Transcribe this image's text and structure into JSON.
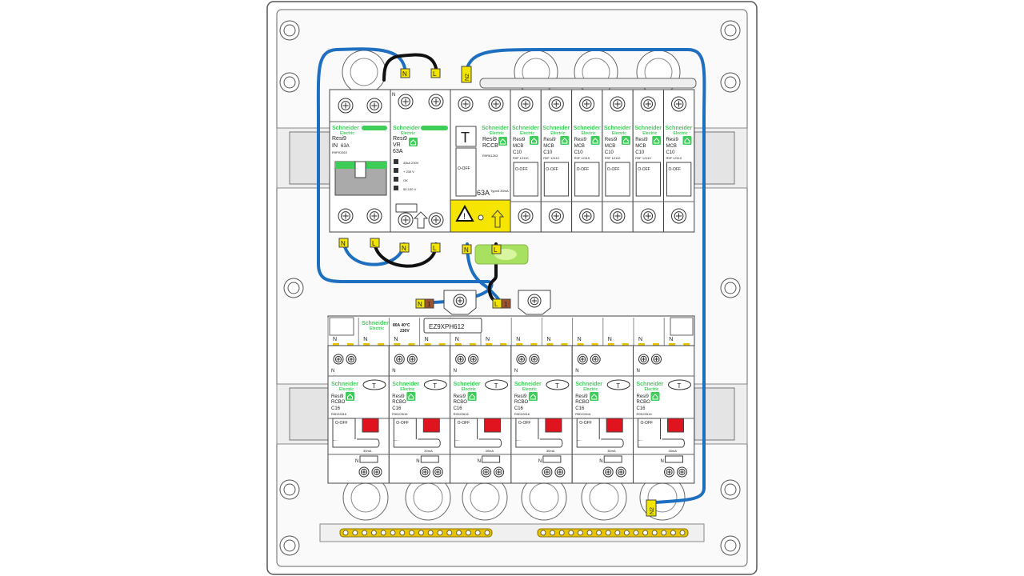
{
  "colors": {
    "brand": "#3dcd58",
    "neutral_wire": "#1f6fc1",
    "live_wire": "#111111",
    "label_yellow": "#f2e600",
    "trip_red": "#e0141e",
    "warning_yellow": "#f5e500",
    "surge_green": "#a8e060",
    "busbar_yellow": "#e8c400"
  },
  "brand_name": "Schneider",
  "brand_sub": "Electric",
  "top_row": {
    "isolator": {
      "series": "Resi9",
      "type": "IN",
      "rating": "63A",
      "ref": "R9PIO263"
    },
    "surge": {
      "series": "Resi9",
      "type": "VR",
      "rating": "63A",
      "lines": [
        "40kA 230V",
        "+ 230 V",
        "OK",
        "50-100 V"
      ]
    },
    "rccb": {
      "series": "Resi9",
      "type": "RCCB",
      "ref": "R9R61263",
      "rating": "63A",
      "spec": "TypeA 30mA",
      "off": "O-OFF"
    },
    "mcbs": [
      {
        "series": "Resi9",
        "type": "MCB",
        "rating": "C10",
        "ref": "R9F 12110",
        "off": "O-OFF"
      },
      {
        "series": "Resi9",
        "type": "MCB",
        "rating": "C10",
        "ref": "R9F 12110",
        "off": "O-OFF"
      },
      {
        "series": "Resi9",
        "type": "MCB",
        "rating": "C10",
        "ref": "R9F 12110",
        "off": "O-OFF"
      },
      {
        "series": "Resi9",
        "type": "MCB",
        "rating": "C10",
        "ref": "R9F 12110",
        "off": "O-OFF"
      },
      {
        "series": "Resi9",
        "type": "MCB",
        "rating": "C10",
        "ref": "R9F 12110",
        "off": "O-OFF"
      },
      {
        "series": "Resi9",
        "type": "MCB",
        "rating": "C10",
        "ref": "R9F 12110",
        "off": "O-OFF"
      }
    ]
  },
  "wire_tags": {
    "n": "N",
    "l": "L",
    "n2": "N2",
    "n1": "N1",
    "l1": "L1",
    "one": "1"
  },
  "comb": {
    "rating": "80A 40°C",
    "voltage": "230V",
    "ref": "EZ9XPH612",
    "n_label": "N"
  },
  "rcbos": [
    {
      "series": "Resi9",
      "type": "RCBO",
      "rating": "C16",
      "ref": "R9D22616",
      "off": "O-OFF",
      "sens": "30mA"
    },
    {
      "series": "Resi9",
      "type": "RCBO",
      "rating": "C16",
      "ref": "R9D22616",
      "off": "O-OFF",
      "sens": "30mA"
    },
    {
      "series": "Resi9",
      "type": "RCBO",
      "rating": "C16",
      "ref": "R9D22616",
      "off": "O-OFF",
      "sens": "30mA"
    },
    {
      "series": "Resi9",
      "type": "RCBO",
      "rating": "C16",
      "ref": "R9D22616",
      "off": "O-OFF",
      "sens": "30mA"
    },
    {
      "series": "Resi9",
      "type": "RCBO",
      "rating": "C16",
      "ref": "R9D22616",
      "off": "O-OFF",
      "sens": "30mA"
    },
    {
      "series": "Resi9",
      "type": "RCBO",
      "rating": "C16",
      "ref": "R9D22616",
      "off": "O-OFF",
      "sens": "30mA"
    }
  ]
}
